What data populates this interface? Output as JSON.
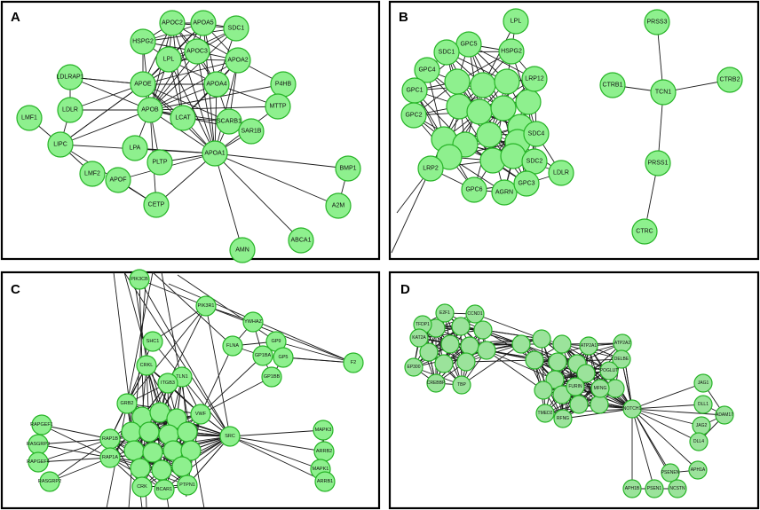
{
  "colors": {
    "node_fill": "#8ef08e",
    "node_fill_d": "#9be39b",
    "node_stroke": "#27b427",
    "highlight_stroke": "#7a2a6a",
    "edge": "#1a1a1a"
  },
  "panels": [
    {
      "letter": "A",
      "nodes": [
        {
          "id": "APOC2",
          "label": "APOC2",
          "hl": true
        },
        {
          "id": "APOA5",
          "label": "APOA5",
          "hl": true
        },
        {
          "id": "SDC1",
          "label": "SDC1",
          "hl": false
        },
        {
          "id": "HSPG2",
          "label": "HSPG2",
          "hl": true
        },
        {
          "id": "LPL",
          "label": "LPL",
          "hl": true
        },
        {
          "id": "APOC3",
          "label": "APOC3",
          "hl": false
        },
        {
          "id": "APOA2",
          "label": "APOA2",
          "hl": false
        },
        {
          "id": "LDLRAP1",
          "label": "LDLRAP1",
          "hl": false
        },
        {
          "id": "APOE",
          "label": "APOE",
          "hl": true
        },
        {
          "id": "APOA4",
          "label": "APOA4",
          "hl": true
        },
        {
          "id": "P4HB",
          "label": "P4HB",
          "hl": false
        },
        {
          "id": "LMF1",
          "label": "LMF1",
          "hl": false
        },
        {
          "id": "LDLR",
          "label": "LDLR",
          "hl": true
        },
        {
          "id": "APOB",
          "label": "APOB",
          "hl": false
        },
        {
          "id": "MTTP",
          "label": "MTTP",
          "hl": false
        },
        {
          "id": "LCAT",
          "label": "LCAT",
          "hl": false
        },
        {
          "id": "SCARB1",
          "label": "SCARB1",
          "hl": false
        },
        {
          "id": "SAR1B",
          "label": "SAR1B",
          "hl": false
        },
        {
          "id": "LIPC",
          "label": "LIPC",
          "hl": true
        },
        {
          "id": "LPA",
          "label": "LPA",
          "hl": false
        },
        {
          "id": "PLTP",
          "label": "PLTP",
          "hl": false
        },
        {
          "id": "APOA1",
          "label": "APOA1",
          "hl": true
        },
        {
          "id": "LMF2",
          "label": "LMF2",
          "hl": false
        },
        {
          "id": "APOF",
          "label": "APOF",
          "hl": false
        },
        {
          "id": "BMP1",
          "label": "BMP1",
          "hl": false
        },
        {
          "id": "CETP",
          "label": "CETP",
          "hl": true
        },
        {
          "id": "A2M",
          "label": "A2M",
          "hl": true
        },
        {
          "id": "ABCA1",
          "label": "ABCA1",
          "hl": true
        },
        {
          "id": "AMN",
          "label": "AMN",
          "hl": false
        }
      ]
    },
    {
      "letter": "B",
      "nodes": [
        {
          "id": "LPL",
          "label": "LPL",
          "hl": true
        },
        {
          "id": "GPC5",
          "label": "GPC5",
          "hl": false
        },
        {
          "id": "HSPG2",
          "label": "HSPG2",
          "hl": true
        },
        {
          "id": "SDC1",
          "label": "SDC1",
          "hl": false
        },
        {
          "id": "GPC4",
          "label": "GPC4",
          "hl": false
        },
        {
          "id": "LRP12",
          "label": "LRP12",
          "hl": false
        },
        {
          "id": "GPC1",
          "label": "GPC1",
          "hl": false
        },
        {
          "id": "GPC2",
          "label": "GPC2",
          "hl": false
        },
        {
          "id": "SDC4",
          "label": "SDC4",
          "hl": false
        },
        {
          "id": "SDC2",
          "label": "SDC2",
          "hl": false
        },
        {
          "id": "LRP2",
          "label": "LRP2",
          "hl": true
        },
        {
          "id": "LDLR",
          "label": "LDLR",
          "hl": true
        },
        {
          "id": "GPC6",
          "label": "GPC6",
          "hl": false
        },
        {
          "id": "AGRN",
          "label": "AGRN",
          "hl": false
        },
        {
          "id": "GPC3",
          "label": "GPC3",
          "hl": false
        },
        {
          "id": "PRSS3",
          "label": "PRSS3",
          "hl": false
        },
        {
          "id": "CTRB1",
          "label": "CTRB1",
          "hl": false
        },
        {
          "id": "TCN1",
          "label": "TCN1",
          "hl": false
        },
        {
          "id": "CTRB2",
          "label": "CTRB2",
          "hl": false
        },
        {
          "id": "PRSS1",
          "label": "PRSS1",
          "hl": false
        },
        {
          "id": "CTRC",
          "label": "CTRC",
          "hl": false
        }
      ]
    },
    {
      "letter": "C",
      "nodes": [
        {
          "id": "PIK3CB",
          "label": "PIK3CB",
          "hl": false
        },
        {
          "id": "PIK3R1",
          "label": "PIK3R1",
          "hl": true
        },
        {
          "id": "YWHAZ",
          "label": "YWHAZ",
          "hl": false
        },
        {
          "id": "SHC1",
          "label": "SHC1",
          "hl": false
        },
        {
          "id": "FLNA",
          "label": "FLNA",
          "hl": false
        },
        {
          "id": "GP9",
          "label": "GP9",
          "hl": false
        },
        {
          "id": "GP1BA",
          "label": "GP1BA",
          "hl": false
        },
        {
          "id": "GP5",
          "label": "GP5",
          "hl": false
        },
        {
          "id": "F2",
          "label": "F2",
          "hl": false
        },
        {
          "id": "CRKL",
          "label": "CRKL",
          "hl": false
        },
        {
          "id": "GP1BB",
          "label": "GP1BB",
          "hl": false
        },
        {
          "id": "TLN1",
          "label": "TLN1",
          "hl": false
        },
        {
          "id": "ITGB3",
          "label": "ITGB3",
          "hl": false
        },
        {
          "id": "GRB2",
          "label": "GRB2",
          "hl": true
        },
        {
          "id": "VWF",
          "label": "VWF",
          "hl": false
        },
        {
          "id": "RAPGEF1",
          "label": "RAPGEF1",
          "hl": false
        },
        {
          "id": "RASGRP3",
          "label": "RASGRP3",
          "hl": false
        },
        {
          "id": "RAP1B",
          "label": "RAP1B",
          "hl": false
        },
        {
          "id": "SRC",
          "label": "SRC",
          "hl": false
        },
        {
          "id": "MAPK3",
          "label": "MAPK3",
          "hl": false
        },
        {
          "id": "RAPGEF4",
          "label": "RAPGEF4",
          "hl": false
        },
        {
          "id": "RAP1A",
          "label": "RAP1A",
          "hl": false
        },
        {
          "id": "ARRB2",
          "label": "ARRB2",
          "hl": false
        },
        {
          "id": "MAPK1",
          "label": "MAPK1",
          "hl": false
        },
        {
          "id": "RASGRP2",
          "label": "RASGRP2",
          "hl": false
        },
        {
          "id": "CRK",
          "label": "CRK",
          "hl": false
        },
        {
          "id": "BCAR1",
          "label": "BCAR1",
          "hl": false
        },
        {
          "id": "PTPN1",
          "label": "PTPN1",
          "hl": false
        },
        {
          "id": "ARRB1",
          "label": "ARRB1",
          "hl": false
        }
      ]
    },
    {
      "letter": "D",
      "nodes": [
        {
          "id": "E2F1",
          "label": "E2F1",
          "hl": false
        },
        {
          "id": "CCND1",
          "label": "CCND1",
          "hl": false
        },
        {
          "id": "TFDP1",
          "label": "TFDP1",
          "hl": false
        },
        {
          "id": "KAT2A",
          "label": "KAT2A",
          "hl": false
        },
        {
          "id": "EP300",
          "label": "EP300",
          "hl": false
        },
        {
          "id": "CREBBP",
          "label": "CREBBP",
          "hl": false
        },
        {
          "id": "TBP",
          "label": "TBP",
          "hl": false
        },
        {
          "id": "ATP2A1",
          "label": "ATP2A1",
          "hl": false
        },
        {
          "id": "ATP2A2",
          "label": "ATP2A2",
          "hl": false
        },
        {
          "id": "DELBE",
          "label": "DELBE",
          "hl": true
        },
        {
          "id": "POGLUT",
          "label": "POGLUT",
          "hl": false
        },
        {
          "id": "FURIN",
          "label": "FURIN",
          "hl": false
        },
        {
          "id": "MFNG",
          "label": "MFNG",
          "hl": false
        },
        {
          "id": "TMED2",
          "label": "TMED2",
          "hl": false
        },
        {
          "id": "RFNG",
          "label": "RFNG",
          "hl": false
        },
        {
          "id": "NOTCH1",
          "label": "NOTCH1",
          "hl": false
        },
        {
          "id": "JAG1",
          "label": "JAG1",
          "hl": false
        },
        {
          "id": "DLL1",
          "label": "DLL1",
          "hl": false
        },
        {
          "id": "ADAM17",
          "label": "ADAM17",
          "hl": true
        },
        {
          "id": "JAG2",
          "label": "JAG2",
          "hl": false
        },
        {
          "id": "DLL4",
          "label": "DLL4",
          "hl": false
        },
        {
          "id": "APH1A",
          "label": "APH1A",
          "hl": true
        },
        {
          "id": "PSENEN",
          "label": "PSENEN",
          "hl": true
        },
        {
          "id": "APH1B",
          "label": "APH1B",
          "hl": true
        },
        {
          "id": "PSEN1",
          "label": "PSEN1",
          "hl": true
        },
        {
          "id": "NCSTN",
          "label": "NCSTN",
          "hl": true
        }
      ]
    }
  ]
}
